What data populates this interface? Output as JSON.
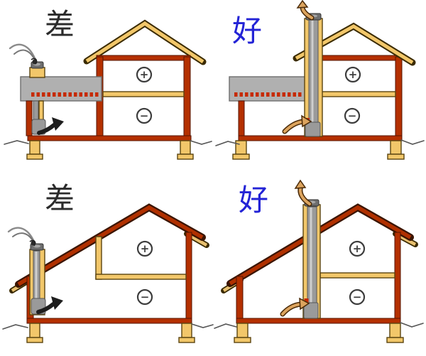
{
  "panels": {
    "top_left": {
      "verdict_label": "差",
      "upper_pressure_symbol": "+",
      "lower_pressure_symbol": "−"
    },
    "top_right": {
      "verdict_label": "好",
      "upper_pressure_symbol": "+",
      "lower_pressure_symbol": "−"
    },
    "bottom_left": {
      "verdict_label": "差",
      "upper_pressure_symbol": "+",
      "lower_pressure_symbol": "−"
    },
    "bottom_right": {
      "verdict_label": "好",
      "upper_pressure_symbol": "+",
      "lower_pressure_symbol": "−"
    }
  },
  "colors": {
    "bad_label": "#2b2b2b",
    "good_label": "#2323d6",
    "wall_red": "#b43000",
    "roof_red": "#b03000",
    "wood_yellow": "#f2c76a",
    "slab_gray": "#b0b0b0",
    "vent_dash_red": "#c62a00",
    "pipe_gray": "#9a9a9a"
  },
  "icons": {
    "downdraft_smoke": "gray swirl curling down onto chimney cap",
    "updraft_smoke": "tan curved arrow rising out of chimney",
    "intake_air": "tan curved arrow entering stove base",
    "backdraft_air": "bold dark curved arrow spilling into room",
    "positive_pressure": "circled plus",
    "negative_pressure": "circled minus"
  }
}
